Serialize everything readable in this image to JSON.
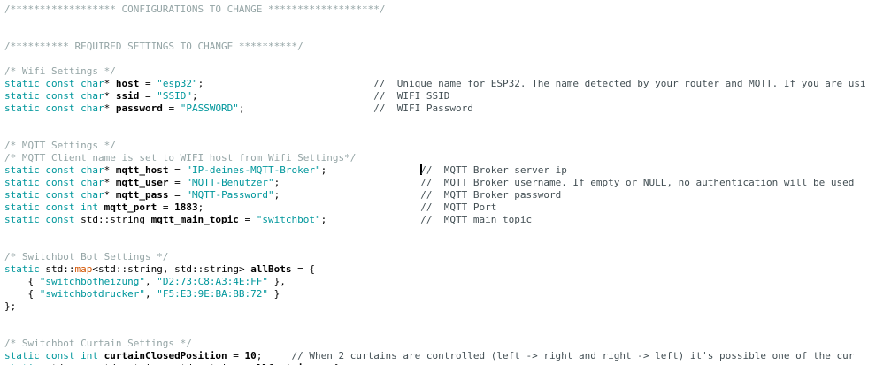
{
  "editor": {
    "background": "#ffffff",
    "palette": {
      "keyword": "#00979c",
      "string": "#00979c",
      "function_word": "#d35400",
      "identifier": "#000000",
      "number": "#000000",
      "operator": "#000000",
      "comment_block": "#95a5a6",
      "comment_line": "#434f54",
      "caret": "#000000"
    },
    "caret": {
      "line_index": 13,
      "position": "before inline comment on mqtt_host line"
    },
    "lines": [
      {
        "tokens": [
          [
            "cb",
            "/****************** CONFIGURATIONS TO CHANGE *******************/"
          ]
        ]
      },
      {
        "tokens": []
      },
      {
        "tokens": []
      },
      {
        "tokens": [
          [
            "cb",
            "/********** REQUIRED SETTINGS TO CHANGE **********/"
          ]
        ]
      },
      {
        "tokens": []
      },
      {
        "tokens": [
          [
            "cb",
            "/* Wifi Settings */"
          ]
        ]
      },
      {
        "tokens": [
          [
            "kw",
            "static const char"
          ],
          [
            "pl",
            "* "
          ],
          [
            "id",
            "host"
          ],
          [
            "pl",
            " = "
          ],
          [
            "str",
            "\"esp32\""
          ],
          [
            "pl",
            ";                             "
          ],
          [
            "cl",
            "//  Unique name for ESP32. The name detected by your router and MQTT. If you are usi"
          ]
        ]
      },
      {
        "tokens": [
          [
            "kw",
            "static const char"
          ],
          [
            "pl",
            "* "
          ],
          [
            "id",
            "ssid"
          ],
          [
            "pl",
            " = "
          ],
          [
            "str",
            "\"SSID\""
          ],
          [
            "pl",
            ";                              "
          ],
          [
            "cl",
            "//  WIFI SSID"
          ]
        ]
      },
      {
        "tokens": [
          [
            "kw",
            "static const char"
          ],
          [
            "pl",
            "* "
          ],
          [
            "id",
            "password"
          ],
          [
            "pl",
            " = "
          ],
          [
            "str",
            "\"PASSWORD\""
          ],
          [
            "pl",
            ";                      "
          ],
          [
            "cl",
            "//  WIFI Password"
          ]
        ]
      },
      {
        "tokens": []
      },
      {
        "tokens": []
      },
      {
        "tokens": [
          [
            "cb",
            "/* MQTT Settings */"
          ]
        ]
      },
      {
        "tokens": [
          [
            "cb",
            "/* MQTT Client name is set to WIFI host from Wifi Settings*/"
          ]
        ]
      },
      {
        "tokens": [
          [
            "kw",
            "static const char"
          ],
          [
            "pl",
            "* "
          ],
          [
            "id",
            "mqtt_host"
          ],
          [
            "pl",
            " = "
          ],
          [
            "str",
            "\"IP-deines-MQTT-Broker\""
          ],
          [
            "pl",
            ";                "
          ],
          [
            "caret",
            ""
          ],
          [
            "cl",
            "//  MQTT Broker server ip"
          ]
        ]
      },
      {
        "tokens": [
          [
            "kw",
            "static const char"
          ],
          [
            "pl",
            "* "
          ],
          [
            "id",
            "mqtt_user"
          ],
          [
            "pl",
            " = "
          ],
          [
            "str",
            "\"MQTT-Benutzer\""
          ],
          [
            "pl",
            ";                        "
          ],
          [
            "cl",
            "//  MQTT Broker username. If empty or NULL, no authentication will be used"
          ]
        ]
      },
      {
        "tokens": [
          [
            "kw",
            "static const char"
          ],
          [
            "pl",
            "* "
          ],
          [
            "id",
            "mqtt_pass"
          ],
          [
            "pl",
            " = "
          ],
          [
            "str",
            "\"MQTT-Password\""
          ],
          [
            "pl",
            ";                        "
          ],
          [
            "cl",
            "//  MQTT Broker password"
          ]
        ]
      },
      {
        "tokens": [
          [
            "kw",
            "static const int"
          ],
          [
            "pl",
            " "
          ],
          [
            "id",
            "mqtt_port"
          ],
          [
            "pl",
            " = "
          ],
          [
            "num",
            "1883"
          ],
          [
            "pl",
            ";                                     "
          ],
          [
            "cl",
            "//  MQTT Port"
          ]
        ]
      },
      {
        "tokens": [
          [
            "kw",
            "static const"
          ],
          [
            "pl",
            " std::string "
          ],
          [
            "id",
            "mqtt_main_topic"
          ],
          [
            "pl",
            " = "
          ],
          [
            "str",
            "\"switchbot\""
          ],
          [
            "pl",
            ";                "
          ],
          [
            "cl",
            "//  MQTT main topic"
          ]
        ]
      },
      {
        "tokens": []
      },
      {
        "tokens": []
      },
      {
        "tokens": [
          [
            "cb",
            "/* Switchbot Bot Settings */"
          ]
        ]
      },
      {
        "tokens": [
          [
            "kw",
            "static"
          ],
          [
            "pl",
            " std::"
          ],
          [
            "fn",
            "map"
          ],
          [
            "pl",
            "<std::string, std::string> "
          ],
          [
            "id",
            "allBots"
          ],
          [
            "pl",
            " = {"
          ]
        ]
      },
      {
        "tokens": [
          [
            "pl",
            "    { "
          ],
          [
            "str",
            "\"switchbotheizung\""
          ],
          [
            "pl",
            ", "
          ],
          [
            "str",
            "\"D2:73:C8:A3:4E:FF\""
          ],
          [
            "pl",
            " },"
          ]
        ]
      },
      {
        "tokens": [
          [
            "pl",
            "    { "
          ],
          [
            "str",
            "\"switchbotdrucker\""
          ],
          [
            "pl",
            ", "
          ],
          [
            "str",
            "\"F5:E3:9E:BA:BB:72\""
          ],
          [
            "pl",
            " }"
          ]
        ]
      },
      {
        "tokens": [
          [
            "pl",
            "};"
          ]
        ]
      },
      {
        "tokens": []
      },
      {
        "tokens": []
      },
      {
        "tokens": [
          [
            "cb",
            "/* Switchbot Curtain Settings */"
          ]
        ]
      },
      {
        "tokens": [
          [
            "kw",
            "static const int"
          ],
          [
            "pl",
            " "
          ],
          [
            "id",
            "curtainClosedPosition"
          ],
          [
            "pl",
            " = "
          ],
          [
            "num",
            "10"
          ],
          [
            "pl",
            ";     "
          ],
          [
            "cl",
            "// When 2 curtains are controlled (left -> right and right -> left) it's possible one of the cur"
          ]
        ]
      },
      {
        "tokens": [
          [
            "kw",
            "static"
          ],
          [
            "pl",
            " std::"
          ],
          [
            "fn",
            "map"
          ],
          [
            "pl",
            "<std::string, std::string> "
          ],
          [
            "id",
            "allCurtains"
          ],
          [
            "pl",
            " = {"
          ]
        ]
      }
    ]
  }
}
